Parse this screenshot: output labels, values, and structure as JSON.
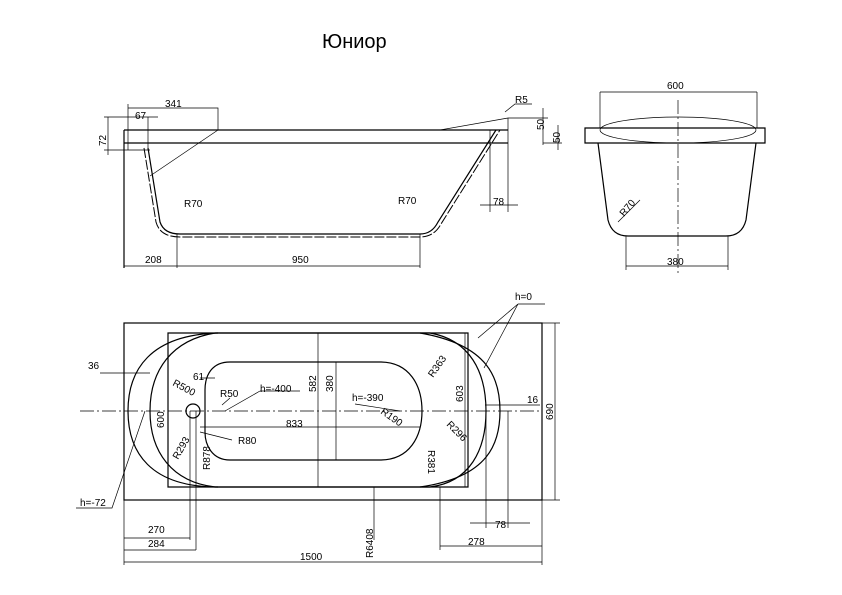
{
  "title": "Юниор",
  "labels": [
    "341",
    "67",
    "72",
    "R5",
    "50",
    "50",
    "R70",
    "R70",
    "78",
    "208",
    "950",
    "600",
    "R70",
    "380",
    "h=0",
    "36",
    "61",
    "R50",
    "h=-400",
    "582",
    "380",
    "R500",
    "h=-390",
    "R190",
    "R363",
    "603",
    "16",
    "690",
    "600",
    "833",
    "R296",
    "R80",
    "R293",
    "R878",
    "R381",
    "h=-72",
    "270",
    "284",
    "R6408",
    "78",
    "278",
    "1500"
  ]
}
